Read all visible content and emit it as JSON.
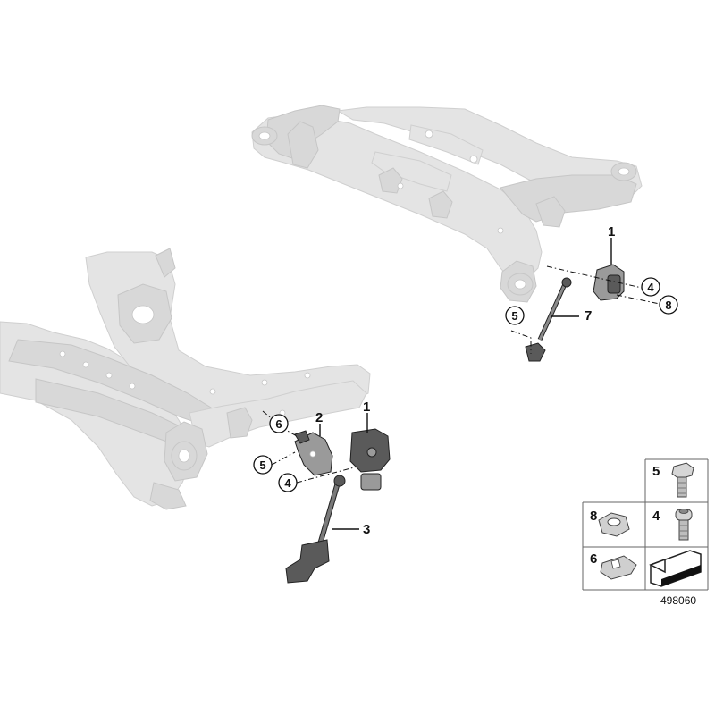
{
  "callouts": {
    "rear_sensor": "1",
    "rear_bolt": "4",
    "rear_nut": "8",
    "rear_link": "7",
    "rear_screw": "5",
    "front_sensor": "1",
    "front_bracket": "2",
    "front_clip": "6",
    "front_screw": "5",
    "front_bolt": "4",
    "front_link": "3"
  },
  "parts_grid": {
    "hex_bolt": "5",
    "hex_nut": "8",
    "socket_bolt": "4",
    "spring_clip": "6"
  },
  "reference_number": "498060"
}
